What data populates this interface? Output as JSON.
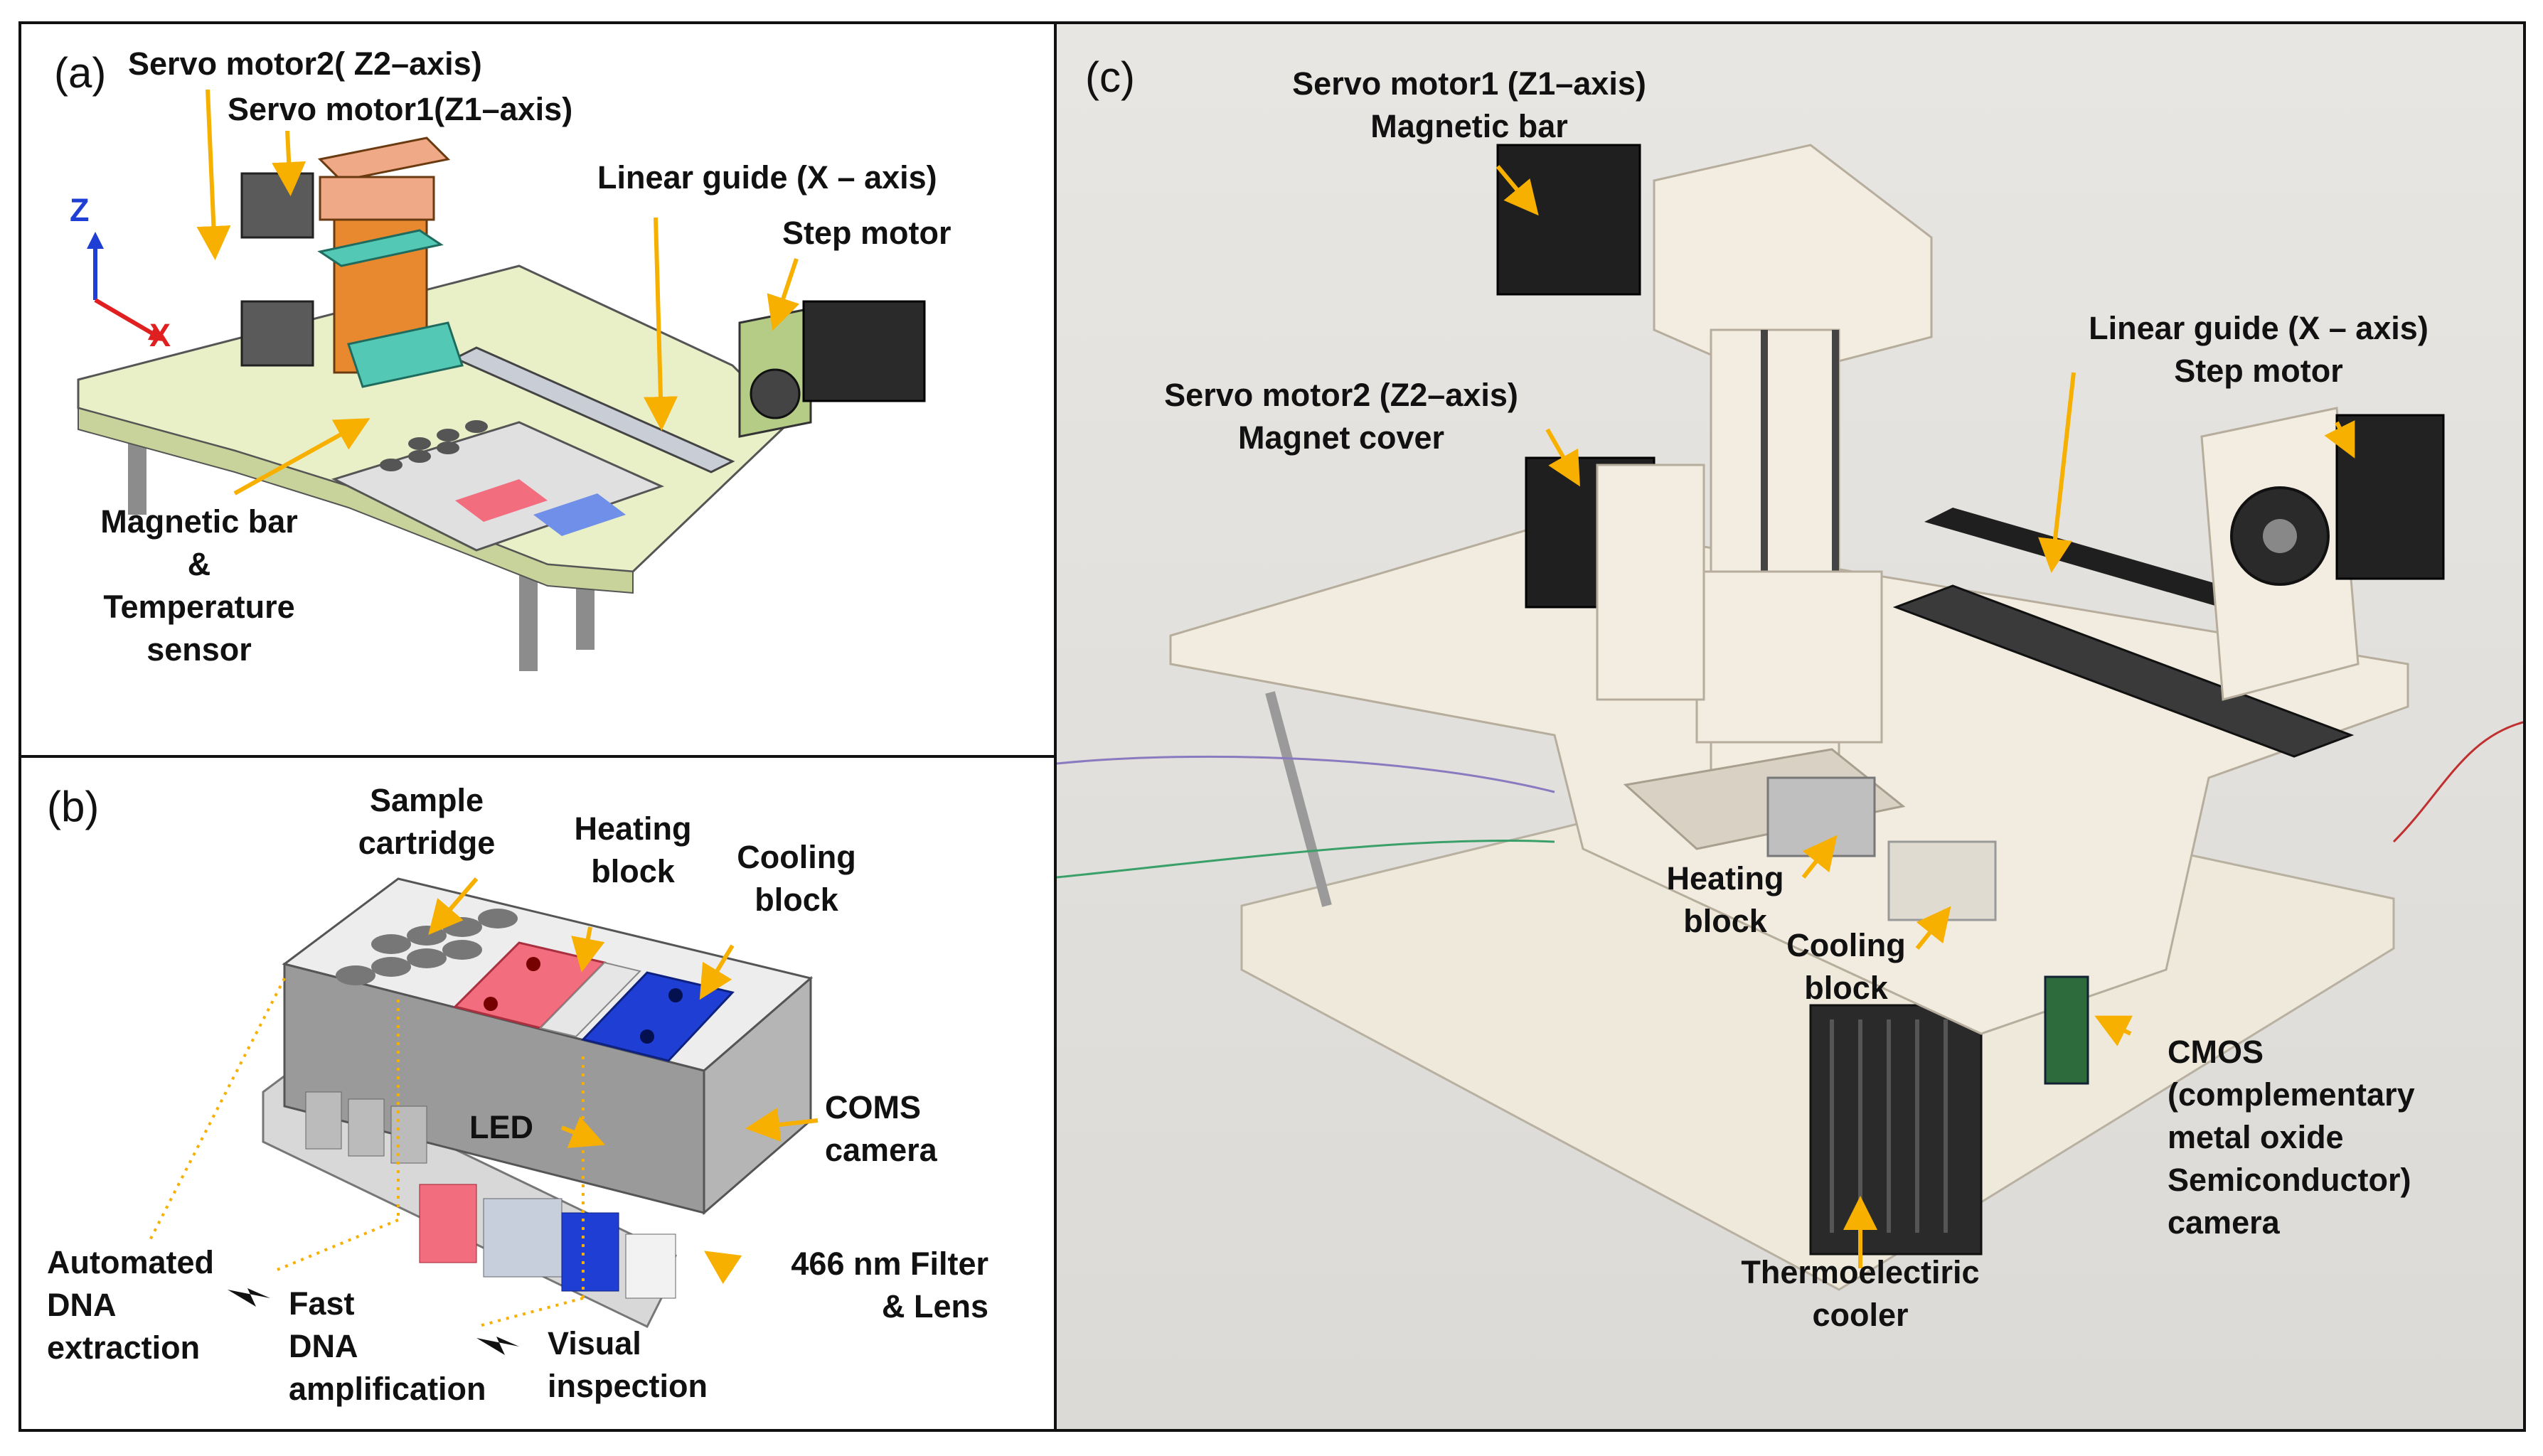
{
  "panels": {
    "a": {
      "letter": "(a)",
      "axes": {
        "z": "Z",
        "x": "X"
      },
      "labels": {
        "servo2": "Servo motor2( Z2–axis)",
        "servo1": "Servo motor1(Z1–axis)",
        "linear_guide": "Linear guide (X – axis)",
        "step_motor": "Step motor",
        "magnetic_bar": "Magnetic bar\n&\nTemperature\nsensor"
      }
    },
    "b": {
      "letter": "(b)",
      "labels": {
        "sample_cartridge": "Sample\ncartridge",
        "heating_block": "Heating\nblock",
        "cooling_block": "Cooling\nblock",
        "led": "LED",
        "coms_camera": "COMS\ncamera",
        "filter_lens": "466 nm Filter\n& Lens",
        "automated": "Automated\nDNA\nextraction",
        "fast": "Fast\nDNA\namplification",
        "visual": "Visual\ninspection"
      }
    },
    "c": {
      "letter": "(c)",
      "labels": {
        "servo1": "Servo motor1 (Z1–axis)\nMagnetic bar",
        "servo2": "Servo motor2 (Z2–axis)\nMagnet cover",
        "linear_guide": "Linear guide (X – axis)\nStep motor",
        "heating": "Heating\nblock",
        "cooling": "Cooling\nblock",
        "cmos": "CMOS\n(complementary\nmetal oxide\nSemiconductor)\ncamera",
        "tec": "Thermoelectiric\ncooler"
      }
    }
  },
  "colors": {
    "arrow": "#f7b000",
    "frame": "#111111",
    "plate": "#e9f0c8",
    "teal": "#53c9b5",
    "orange": "#e8892f",
    "heating": "#f26d7d",
    "cooling": "#1f3fd4",
    "housing": "#9a9a9a",
    "printed": "#efe9dc"
  }
}
